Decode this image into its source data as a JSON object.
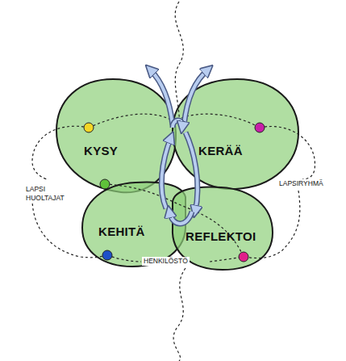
{
  "diagram": {
    "nodes": [
      {
        "text": [
          "KYSY"
        ]
      },
      {
        "text": [
          "KERÄÄ"
        ]
      },
      {
        "text": [
          "KEHITÄ"
        ]
      },
      {
        "text": [
          "REFLEKTOI"
        ]
      }
    ],
    "edges": [
      {
        "from": 2,
        "to": 0,
        "arrow": "to"
      },
      {
        "from": 0,
        "to": 1,
        "arrow": "to"
      },
      {
        "from": 1,
        "to": 3,
        "arrow": "to"
      },
      {
        "from": 3,
        "to": 2,
        "arrow": "to"
      }
    ],
    "labels": [
      "LAPSI HUOLTAJAT",
      "LAPSIRYHMÄ",
      "HENKILÖSTÖ"
    ]
  }
}
